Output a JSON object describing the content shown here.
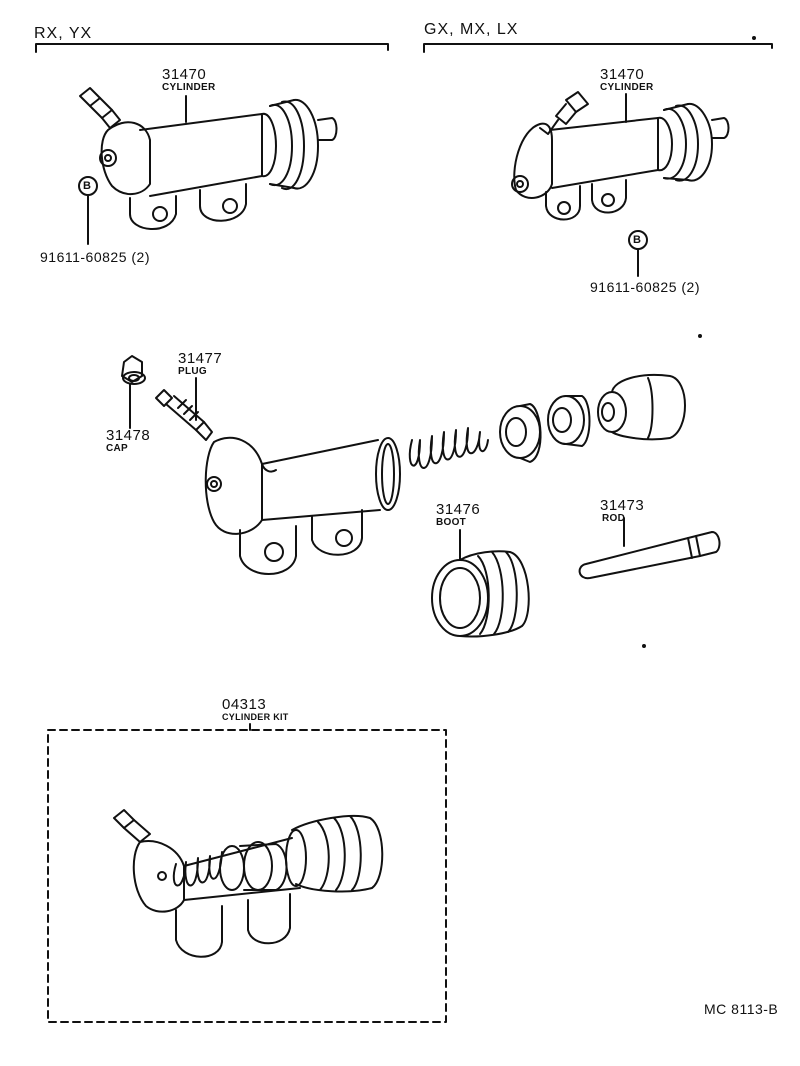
{
  "headers": {
    "left": "RX, YX",
    "right": "GX, MX, LX"
  },
  "cylinder_left": {
    "part_no": "31470",
    "name": "CYLINDER"
  },
  "cylinder_right": {
    "part_no": "31470",
    "name": "CYLINDER"
  },
  "bolt_left": {
    "symbol": "B",
    "part_no": "91611-60825 (2)"
  },
  "bolt_right": {
    "symbol": "B",
    "part_no": "91611-60825 (2)"
  },
  "plug": {
    "part_no": "31477",
    "name": "PLUG"
  },
  "cap": {
    "part_no": "31478",
    "name": "CAP"
  },
  "boot": {
    "part_no": "31476",
    "name": "BOOT"
  },
  "rod": {
    "part_no": "31473",
    "name": "ROD"
  },
  "kit": {
    "part_no": "04313",
    "name": "CYLINDER KIT"
  },
  "diagram_code": "MC 8113-B"
}
